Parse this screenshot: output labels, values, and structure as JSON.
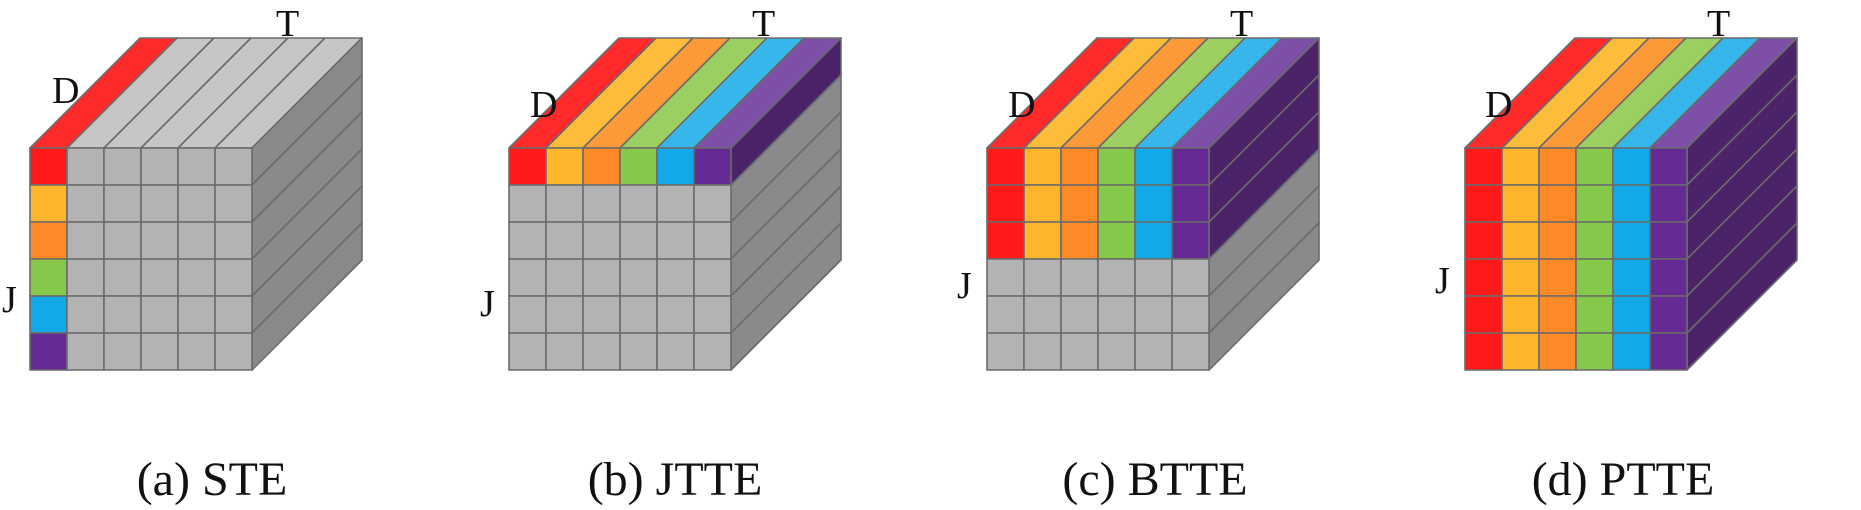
{
  "panels": [
    {
      "id": "ste",
      "caption": "(a) STE",
      "axis_labels": {
        "depth": "D",
        "time": "T",
        "joint": "J"
      },
      "colored": {
        "top_right_layers": 1,
        "front_columns": 1,
        "front_rows": 6,
        "side_layers": 0,
        "column_colors": "rainbow-as-rows"
      }
    },
    {
      "id": "jtte",
      "caption": "(b) JTTE",
      "axis_labels": {
        "depth": "D",
        "time": "T",
        "joint": "J"
      },
      "colored": {
        "top_right_layers": 6,
        "front_columns": 6,
        "front_rows": 1,
        "side_layers": 1
      }
    },
    {
      "id": "btte",
      "caption": "(c) BTTE",
      "axis_labels": {
        "depth": "D",
        "time": "T",
        "joint": "J"
      },
      "colored": {
        "top_right_layers": 6,
        "front_columns": 6,
        "front_rows": 3,
        "side_layers": 3
      }
    },
    {
      "id": "ptte",
      "caption": "(d) PTTE",
      "axis_labels": {
        "depth": "D",
        "time": "T",
        "joint": "J"
      },
      "colored": {
        "top_right_layers": 6,
        "front_columns": 6,
        "front_rows": 6,
        "side_layers": 6
      }
    }
  ],
  "colors": {
    "palette": [
      "#ff1a1a",
      "#fdb52b",
      "#fd8a27",
      "#86c84a",
      "#13a8e8",
      "#652a93"
    ],
    "top_palette": [
      "#ff2a2a",
      "#fdbd3a",
      "#fd9a38",
      "#9ccf62",
      "#37b6ec",
      "#7d4fa7"
    ],
    "side_colored": "#4a2368",
    "grey_front": "#b3b3b3",
    "grey_top": "#c6c6c6",
    "grey_side": "#8a8a8a",
    "edge": "#6b6b6b"
  }
}
